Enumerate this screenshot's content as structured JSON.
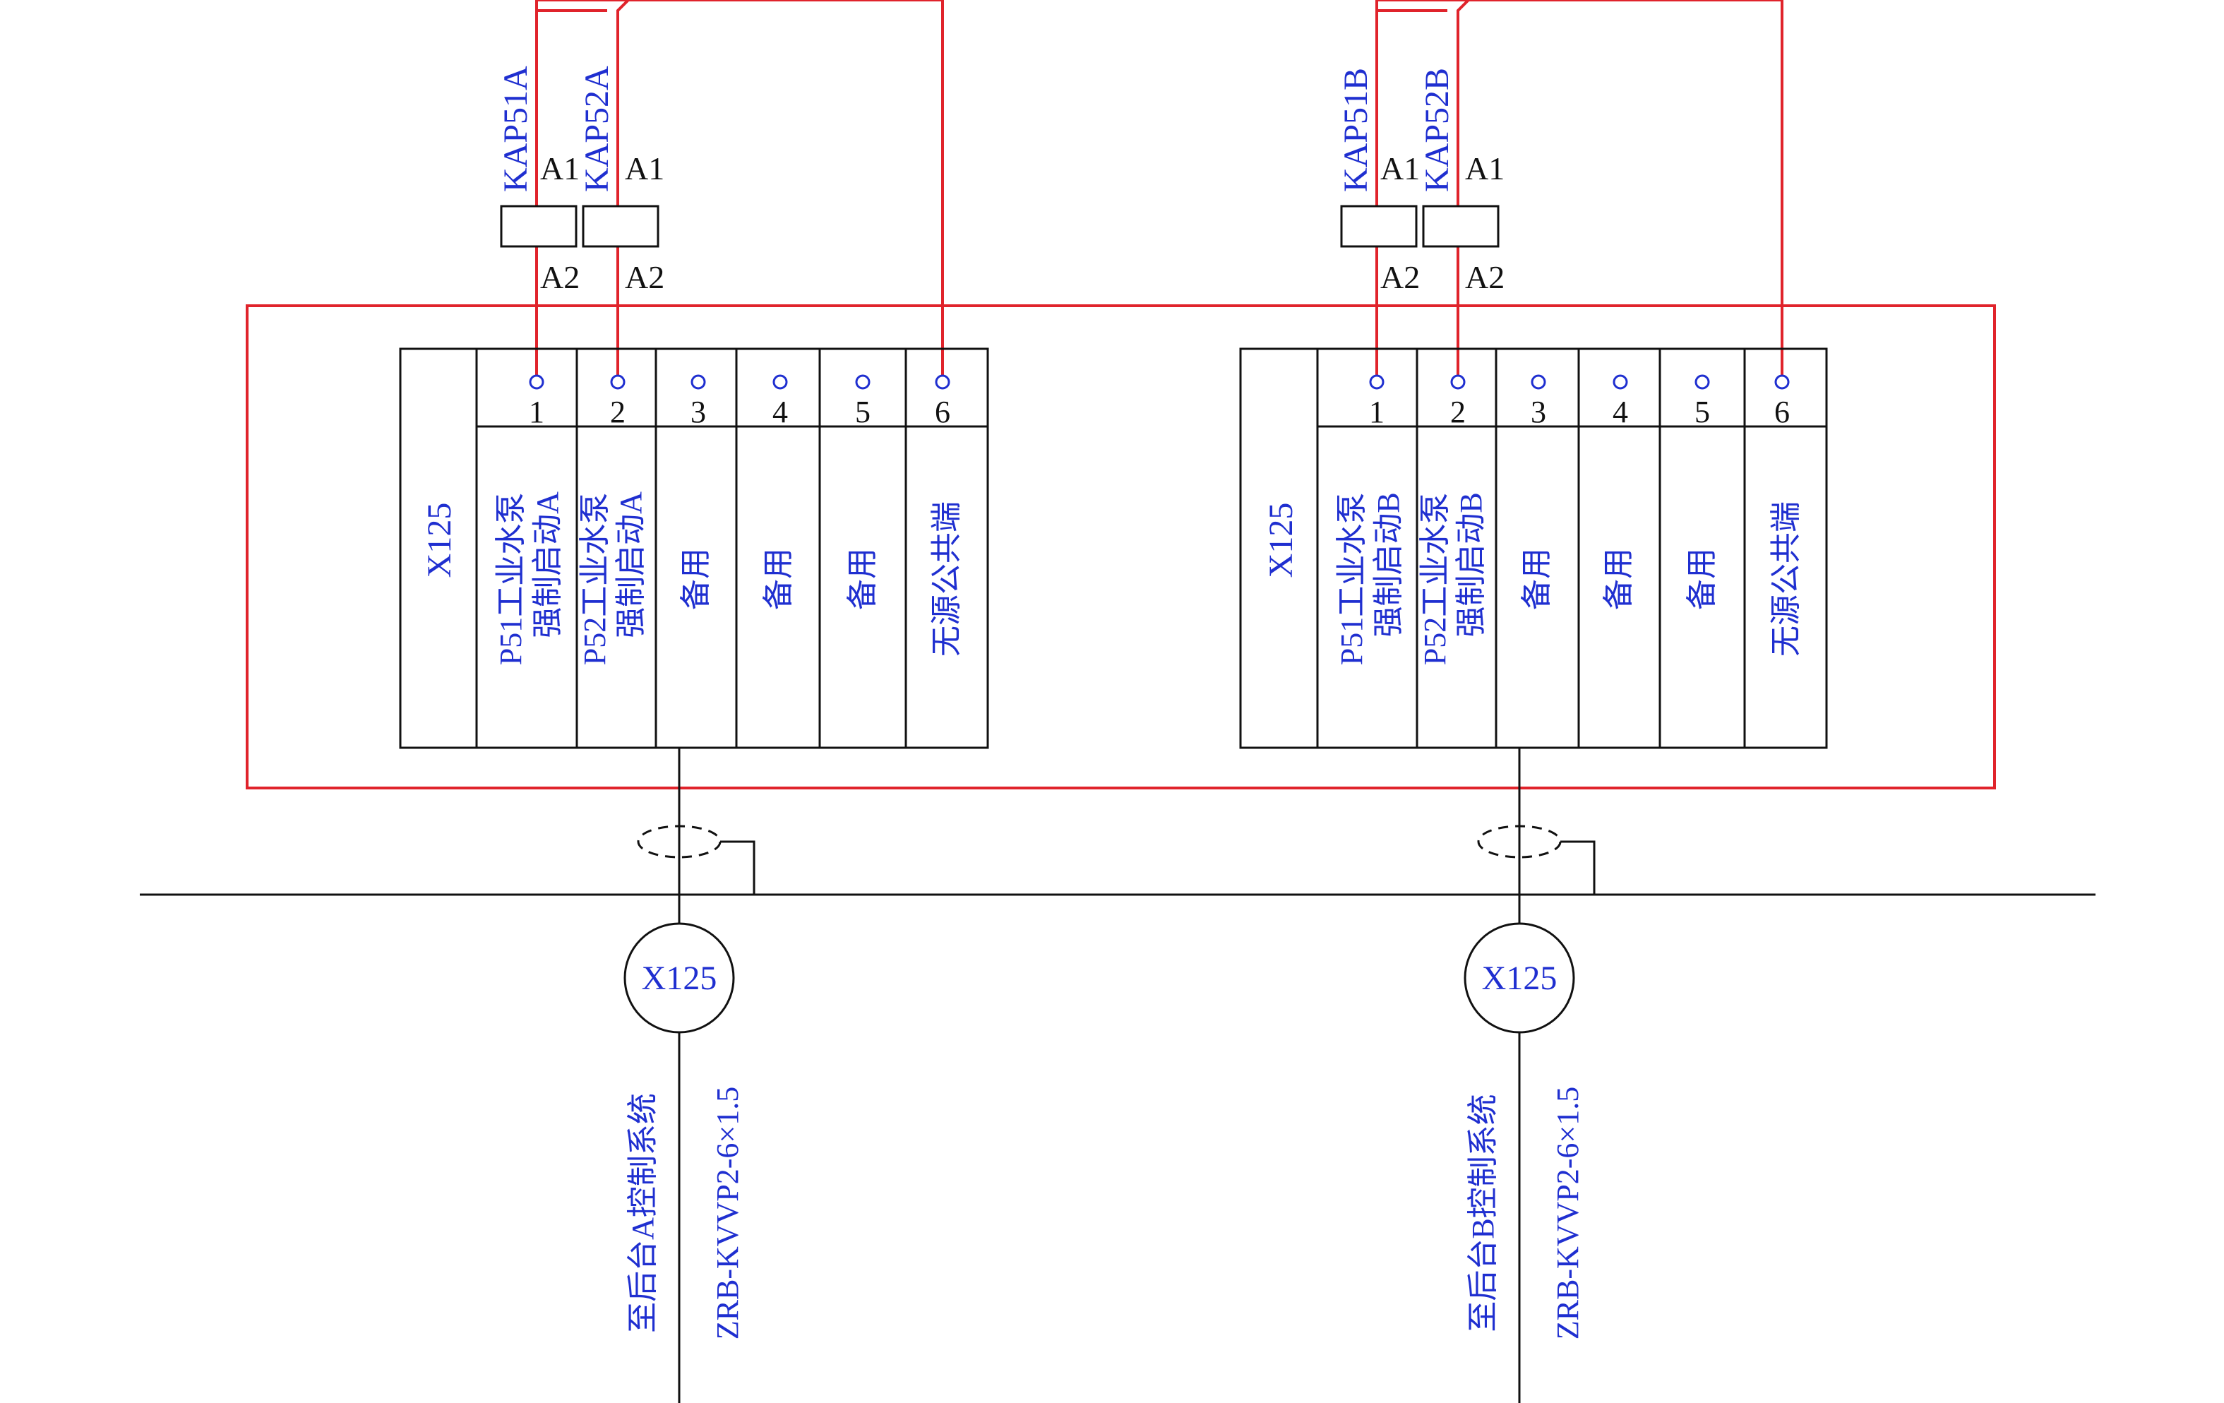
{
  "colors": {
    "wire_red": "#e0232b",
    "line_black": "#111111",
    "text_blue": "#1f2fd0",
    "text_black": "#111111",
    "background": "#ffffff"
  },
  "groups": [
    {
      "relays": [
        {
          "name": "KAP51A",
          "a1": "A1",
          "a2": "A2"
        },
        {
          "name": "KAP52A",
          "a1": "A1",
          "a2": "A2"
        }
      ],
      "terminal_block": {
        "name": "X125",
        "terminals": [
          {
            "num": "1",
            "desc": [
              "P51工业水泵",
              "强制启动A"
            ]
          },
          {
            "num": "2",
            "desc": [
              "P52工业水泵",
              "强制启动A"
            ]
          },
          {
            "num": "3",
            "desc": [
              "备用"
            ]
          },
          {
            "num": "4",
            "desc": [
              "备用"
            ]
          },
          {
            "num": "5",
            "desc": [
              "备用"
            ]
          },
          {
            "num": "6",
            "desc": [
              "无源公共端"
            ]
          }
        ]
      },
      "cable_tag": "X125",
      "destination": "至后台A控制系统",
      "cable_spec": "ZRB-KVVP2-6×1.5"
    },
    {
      "relays": [
        {
          "name": "KAP51B",
          "a1": "A1",
          "a2": "A2"
        },
        {
          "name": "KAP52B",
          "a1": "A1",
          "a2": "A2"
        }
      ],
      "terminal_block": {
        "name": "X125",
        "terminals": [
          {
            "num": "1",
            "desc": [
              "P51工业水泵",
              "强制启动B"
            ]
          },
          {
            "num": "2",
            "desc": [
              "P52工业水泵",
              "强制启动B"
            ]
          },
          {
            "num": "3",
            "desc": [
              "备用"
            ]
          },
          {
            "num": "4",
            "desc": [
              "备用"
            ]
          },
          {
            "num": "5",
            "desc": [
              "备用"
            ]
          },
          {
            "num": "6",
            "desc": [
              "无源公共端"
            ]
          }
        ]
      },
      "cable_tag": "X125",
      "destination": "至后台B控制系统",
      "cable_spec": "ZRB-KVVP2-6×1.5"
    }
  ]
}
